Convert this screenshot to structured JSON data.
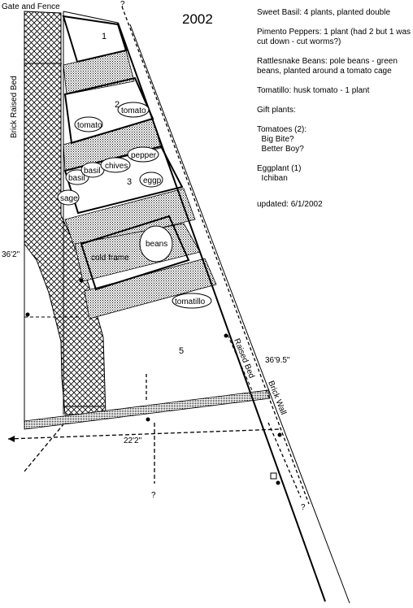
{
  "year": "2002",
  "labels": {
    "gate_fence": "Gate and Fence",
    "brick_raised_bed": "Brick Raised Bed",
    "dim_left": "36'2\"",
    "dim_right": "36'9.5\"",
    "dim_bottom": "22'2\"",
    "raised_bed": "Raised Bed",
    "brick_wall": "Brick Wall",
    "q1": "?",
    "q2": "?",
    "q3": "?"
  },
  "beds": {
    "bed1": "1",
    "bed2": "2",
    "bed3": "3",
    "bed5": "5",
    "cold_frame": "cold frame"
  },
  "plants": {
    "tomato_1": "tomato",
    "tomato_2": "tomato",
    "pepper": "pepper",
    "basil_1": "basil",
    "basil_2": "basil",
    "chives": "chives",
    "eggp": "eggp",
    "sage": "sage",
    "beans": "beans",
    "tomatillo": "tomatillo"
  },
  "notes": [
    "Sweet Basil: 4 plants, planted double",
    "Pimento Peppers: 1 plant (had 2 but 1 was cut down - cut worms?)",
    "Rattlesnake Beans: pole beans - green beans, planted around a tomato cage",
    "Tomatillo: husk tomato - 1 plant",
    "Gift plants:",
    "Tomatoes (2):\n  Big Bite?\n  Better Boy?",
    "Eggplant (1)\n  Ichiban",
    "updated: 6/1/2002"
  ],
  "colors": {
    "ink": "#000000",
    "paper": "#ffffff"
  }
}
